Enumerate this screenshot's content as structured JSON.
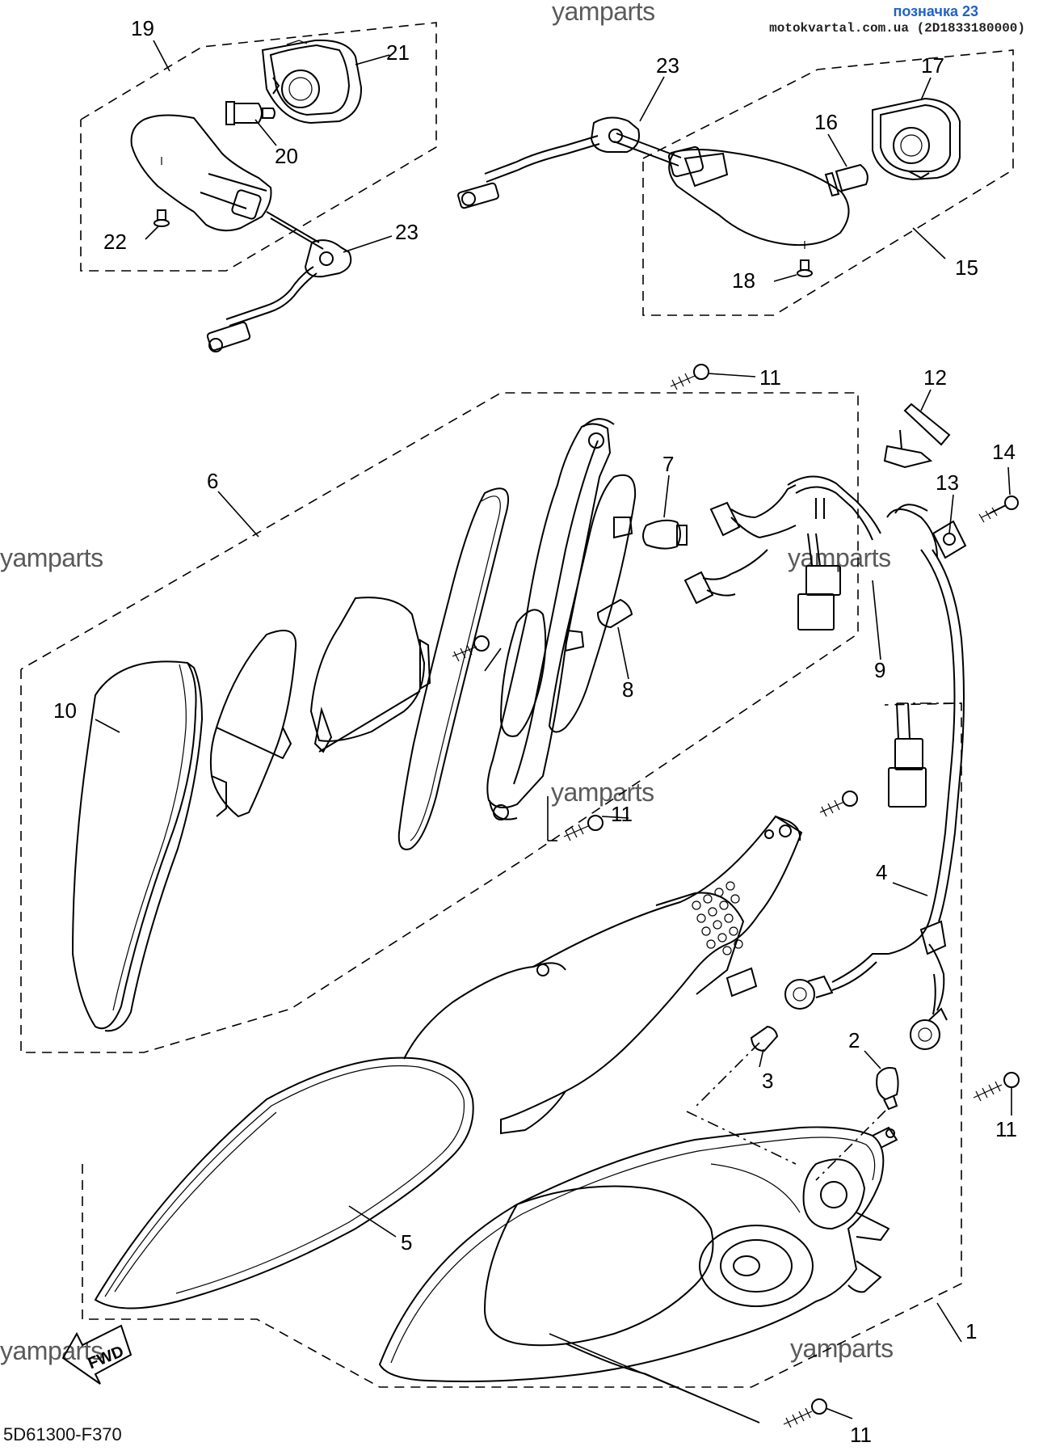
{
  "header": {
    "watermark_top": "yamparts",
    "label_title": "позначка 23",
    "label_sub": "motokvartal.com.ua (2D1833180000)"
  },
  "watermarks": [
    "yamparts",
    "yamparts",
    "yamparts",
    "yamparts",
    "yamparts"
  ],
  "footer": {
    "code": "5D61300-F370",
    "fwd": "FWD"
  },
  "callouts": {
    "c1": "1",
    "c2": "2",
    "c3": "3",
    "c4": "4",
    "c5": "5",
    "c6": "6",
    "c7": "7",
    "c8": "8",
    "c9": "9",
    "c10": "10",
    "c11a": "11",
    "c11b": "11",
    "c11c": "11",
    "c11d": "11",
    "c12": "12",
    "c13": "13",
    "c14": "14",
    "c15": "15",
    "c16": "16",
    "c17": "17",
    "c18": "18",
    "c19": "19",
    "c20": "20",
    "c21": "21",
    "c22": "22",
    "c23a": "23",
    "c23b": "23"
  }
}
